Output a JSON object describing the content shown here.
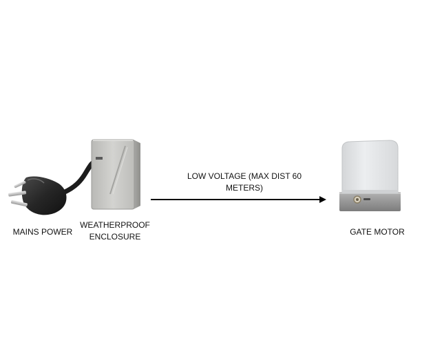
{
  "labels": {
    "mains_power": "MAINS POWER",
    "enclosure_line1": "WEATHERPROOF",
    "enclosure_line2": "ENCLOSURE",
    "connection_line1": "LOW VOLTAGE (MAX DIST 60",
    "connection_line2": "METERS)",
    "gate_motor": "GATE MOTOR"
  },
  "icons": {
    "plug": "mains-plug-icon",
    "enclosure": "enclosure-box-icon",
    "motor": "gate-motor-icon"
  },
  "colors": {
    "background": "#ffffff",
    "text": "#111111",
    "arrow": "#000000",
    "plug": "#2a2a2a",
    "enclosure_body": "#c9c9c6",
    "motor_cover": "#e3e5e7",
    "motor_base": "#9a9a9a"
  }
}
